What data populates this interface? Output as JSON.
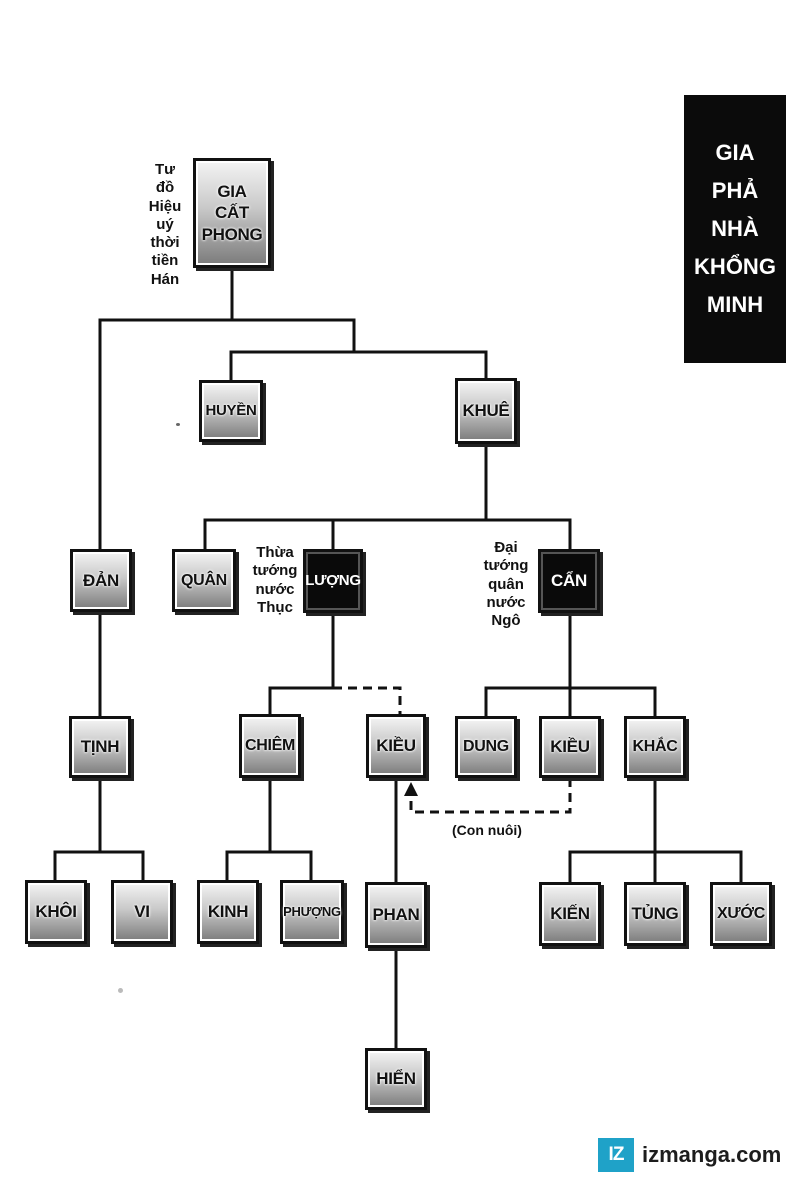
{
  "title": "GIA\nPHẢ\nNHÀ\nKHỔNG\nMINH",
  "title_lines": [
    "GIA",
    "PHẢ",
    "NHÀ",
    "KHỔNG",
    "MINH"
  ],
  "colors": {
    "line": "#111111",
    "dark_node": "#0a0a0a",
    "logo_accent": "#1fa2c8"
  },
  "nodes": {
    "gia_cat_phong": "GIA\nCẤT\nPHONG",
    "huyen": "HUYỀN",
    "khue": "KHUÊ",
    "dan": "ĐẢN",
    "quan": "QUÂN",
    "luong": "LƯỢNG",
    "can": "CẨN",
    "tinh": "TỊNH",
    "chiem": "CHIÊM",
    "kieu_1": "KIỀU",
    "dung": "DUNG",
    "kieu_2": "KIỀU",
    "khac": "KHẮC",
    "khoi": "KHÔI",
    "vi": "VI",
    "kinh": "KINH",
    "phuong": "PHƯỢNG",
    "phan": "PHAN",
    "kien": "KIẾN",
    "tung": "TỦNG",
    "xuoc": "XƯỚC",
    "hien": "HIỂN"
  },
  "annotations": {
    "phong_role": "Tư\nđồ\nHiệu\nuý\nthời\ntiền\nHán",
    "luong_role": "Thừa\ntướng\nnước\nThục",
    "can_role": "Đại\ntướng\nquân\nnước\nNgô",
    "adoption": "(Con nuôi)"
  },
  "logo": {
    "mark": "IZ",
    "text": "izmanga.com",
    "icon": "izmanga-logo-icon"
  }
}
